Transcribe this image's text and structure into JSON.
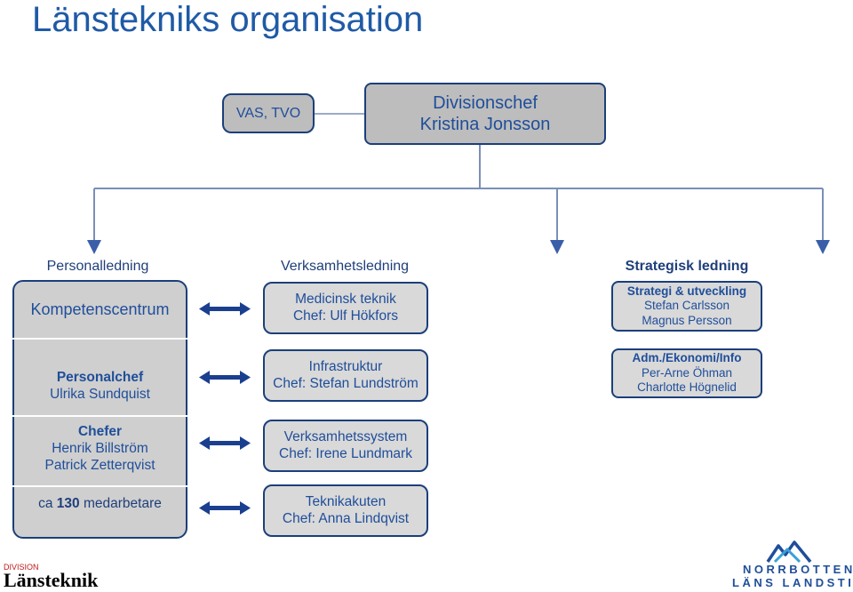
{
  "title": "Länstekniks organisation",
  "top": {
    "vas": "VAS, TVO",
    "chief_role": "Divisionschef",
    "chief_name": "Kristina Jonsson"
  },
  "left": {
    "heading": "Personalledning",
    "kompetens": "Kompetenscentrum",
    "personalchef_role": "Personalchef",
    "personalchef_name": "Ulrika Sundquist",
    "chefer_role": "Chefer",
    "chefer_name1": "Henrik Billström",
    "chefer_name2": "Patrick Zetterqvist",
    "staff_prefix": "ca ",
    "staff_count": "130",
    "staff_suffix": " medarbetare"
  },
  "middle": {
    "heading": "Verksamhetsledning",
    "units": [
      {
        "name": "Medicinsk teknik",
        "chief": "Chef: Ulf Hökfors"
      },
      {
        "name": "Infrastruktur",
        "chief": "Chef: Stefan Lundström"
      },
      {
        "name": "Verksamhetssystem",
        "chief": "Chef: Irene Lundmark"
      },
      {
        "name": "Teknikakuten",
        "chief": "Chef: Anna Lindqvist"
      }
    ]
  },
  "right": {
    "heading": "Strategisk ledning",
    "strategy": {
      "title": "Strategi & utveckling",
      "person1": "Stefan Carlsson",
      "person2": "Magnus Persson"
    },
    "admin": {
      "title": "Adm./Ekonomi/Info",
      "person1": "Per-Arne Öhman",
      "person2": "Charlotte Högnelid"
    }
  },
  "footer": {
    "division_label": "DIVISION",
    "division_name": "Länsteknik",
    "logo_line1": "NORRBOTTENS",
    "logo_line2": "LÄNS LANDSTING"
  },
  "colors": {
    "title": "#1f5aa6",
    "box_border": "#1b3f7a",
    "box_fill_grey": "#bdbdbd",
    "box_fill_light": "#d9d9d9",
    "arrow": "#1b3f8f",
    "footer_red": "#c01818"
  }
}
